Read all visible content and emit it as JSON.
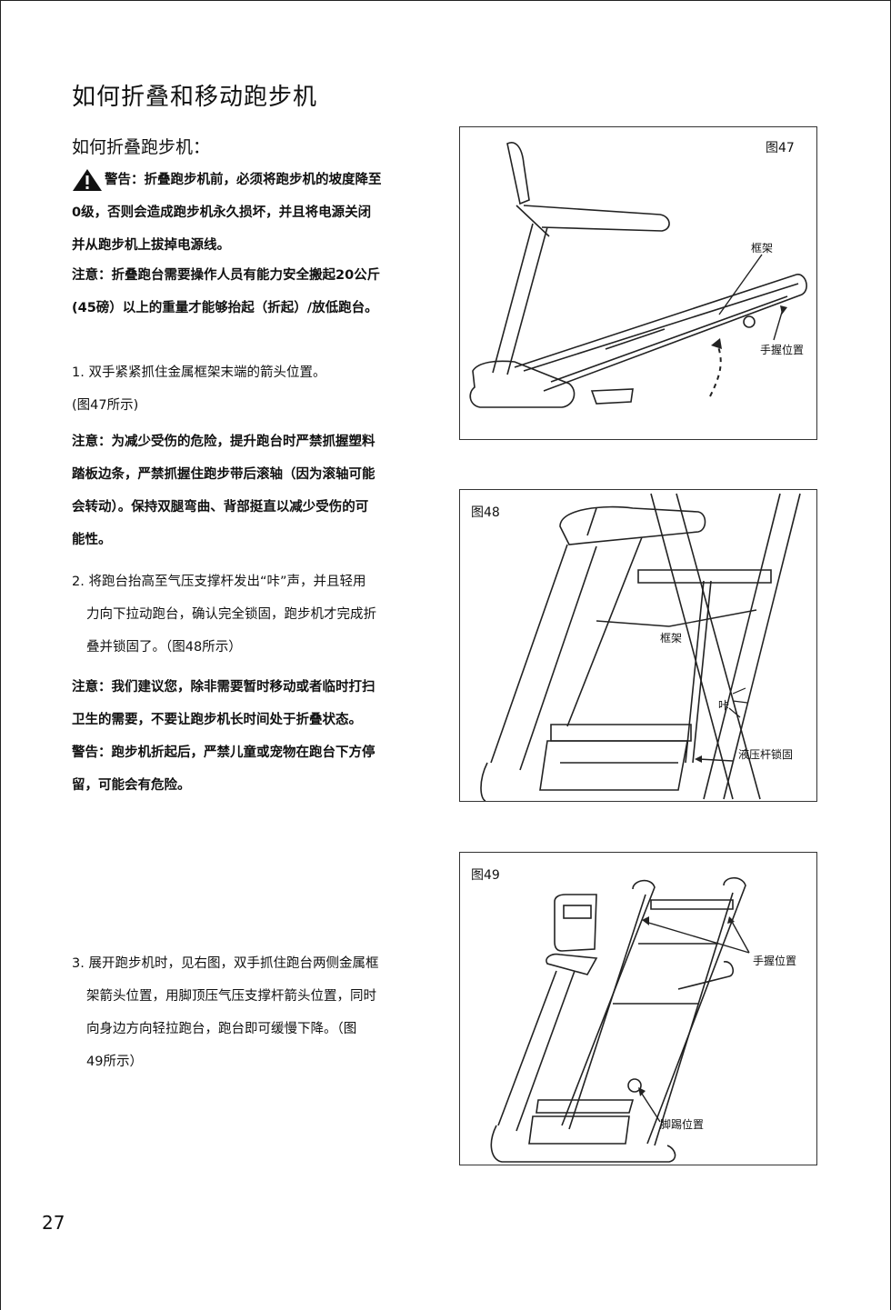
{
  "title": "如何折叠和移动跑步机",
  "subtitle": "如何折叠跑步机：",
  "warning1": {
    "line1": "警告：折叠跑步机前，必须将跑步机的坡度降至",
    "line2": "0级，否则会造成跑步机永久损坏，并且将电源关闭",
    "line3": "并从跑步机上拔掉电源线。"
  },
  "note1": {
    "line1": "注意：折叠跑台需要操作人员有能力安全搬起20公斤",
    "line2": "(45磅）以上的重量才能够抬起（折起）/放低跑台。"
  },
  "step1": {
    "line1": "1. 双手紧紧抓住金属框架末端的箭头位置。",
    "line2": "(图47所示)"
  },
  "note2": {
    "line1": "注意：为减少受伤的危险，提升跑台时严禁抓握塑料",
    "line2": "踏板边条，严禁抓握住跑步带后滚轴（因为滚轴可能",
    "line3": "会转动）。保持双腿弯曲、背部挺直以减少受伤的可",
    "line4": "能性。"
  },
  "step2": {
    "line1": "2. 将跑台抬高至气压支撑杆发出“咔”声，并且轻用",
    "line2": "力向下拉动跑台，确认完全锁固，跑步机才完成折",
    "line3": "叠并锁固了。（图48所示）"
  },
  "note3": {
    "line1": "注意：我们建议您，除非需要暂时移动或者临时打扫",
    "line2": "卫生的需要，不要让跑步机长时间处于折叠状态。"
  },
  "warning2": {
    "line1": "警告：跑步机折起后，严禁儿童或宠物在跑台下方停",
    "line2": "留，可能会有危险。"
  },
  "step3": {
    "line1": "3. 展开跑步机时，见右图，双手抓住跑台两侧金属框",
    "line2": "架箭头位置，用脚顶压气压支撑杆箭头位置，同时",
    "line3": "向身边方向轻拉跑台，跑台即可缓慢下降。（图",
    "line4": "49所示）"
  },
  "figures": {
    "fig47": {
      "label": "图47",
      "frame": "框架",
      "grip": "手握位置"
    },
    "fig48": {
      "label": "图48",
      "frame": "框架",
      "click": "咔",
      "lock": "液压杆锁固"
    },
    "fig49": {
      "label": "图49",
      "grip": "手握位置",
      "foot": "脚踢位置"
    }
  },
  "icons": {
    "warning": "warning-triangle-icon"
  },
  "page_number": "27"
}
